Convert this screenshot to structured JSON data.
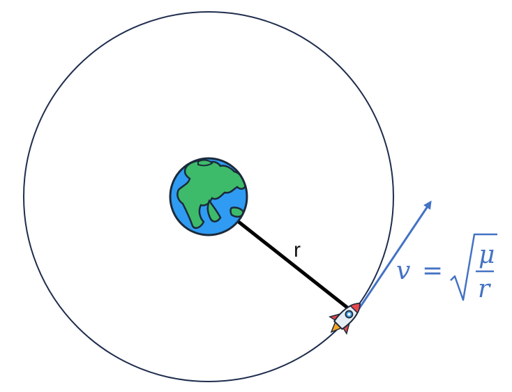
{
  "labels": {
    "radius": "r",
    "velocity_formula": {
      "lhs": "v",
      "equals": "=",
      "numerator": "μ",
      "denominator": "r"
    }
  },
  "colors": {
    "orbit": "#1f2d4d",
    "radius_line": "#000000",
    "velocity": "#4472c4",
    "ocean": "#2f9bf3",
    "land": "#3dbb6a",
    "outline": "#1b2a3a",
    "rocket_body": "#e6edf5",
    "rocket_fins": "#e8474d"
  },
  "icons": {
    "planet": "earth-icon",
    "spacecraft": "rocket-icon"
  }
}
